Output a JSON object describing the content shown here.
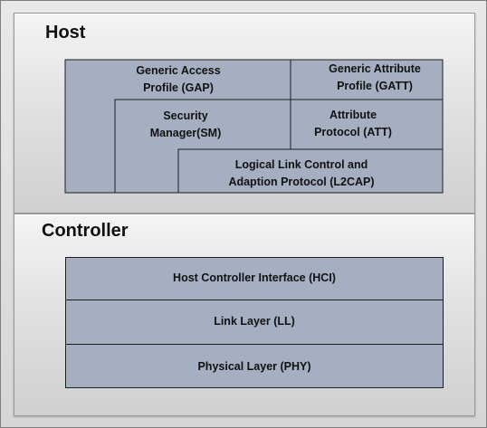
{
  "sections": {
    "host": {
      "title": "Host",
      "gap": {
        "line1": "Generic Access",
        "line2": "Profile (GAP)"
      },
      "gatt": {
        "line1": "Generic Attribute",
        "line2": "Profile (GATT)"
      },
      "sm": {
        "line1": "Security",
        "line2": "Manager(SM)"
      },
      "att": {
        "line1": "Attribute",
        "line2": "Protocol (ATT)"
      },
      "l2cap": {
        "line1": "Logical Link Control and",
        "line2": "Adaption Protocol (L2CAP)"
      }
    },
    "controller": {
      "title": "Controller",
      "layers": [
        "Host Controller Interface (HCI)",
        "Link Layer (LL)",
        "Physical Layer (PHY)"
      ]
    }
  },
  "colors": {
    "block_fill": "#a6afc2",
    "block_border": "#1e1e1e",
    "panel_fill": "#e4e4e4"
  }
}
